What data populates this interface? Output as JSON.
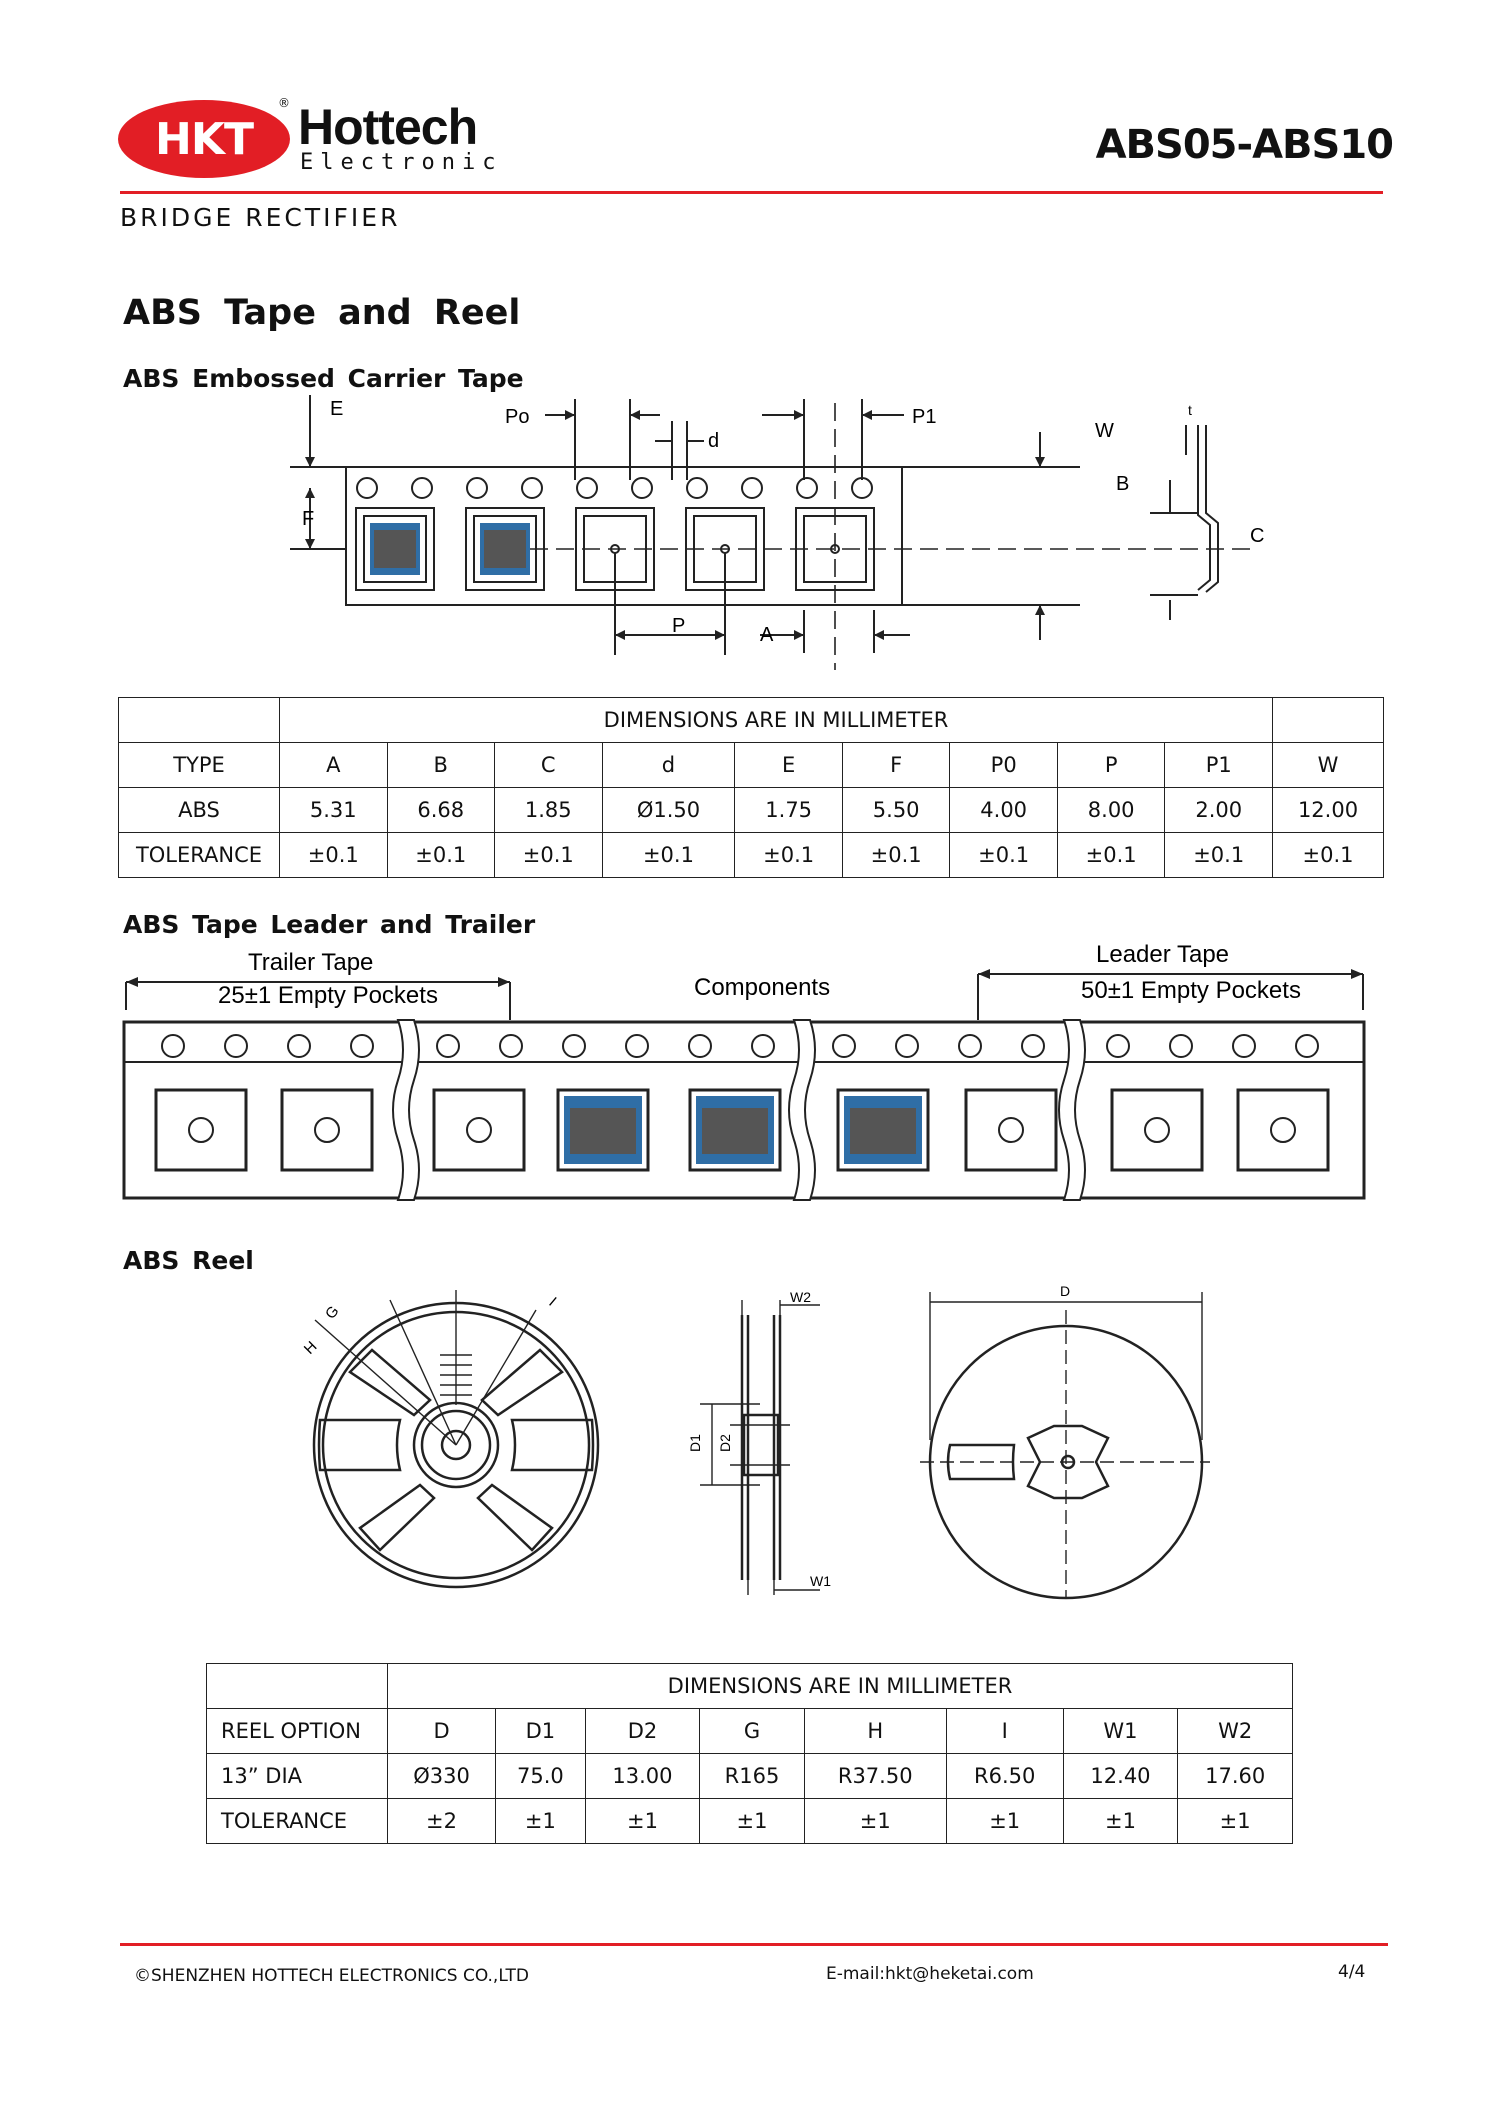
{
  "header": {
    "logo_abbr": "HKT",
    "logo_name": "Hottech",
    "logo_sub": "Electronic",
    "logo_reg": "®",
    "part_number": "ABS05-ABS10",
    "subtitle": "BRIDGE RECTIFIER"
  },
  "section_title": "ABS Tape and Reel",
  "carrier": {
    "heading": "ABS Embossed Carrier Tape",
    "labels": {
      "E": "E",
      "Po": "Po",
      "P1": "P1",
      "d": "d",
      "W": "W",
      "F": "F",
      "B": "B",
      "C": "C",
      "P": "P",
      "A": "A",
      "t": "t"
    },
    "table": {
      "banner": "DIMENSIONS ARE IN MILLIMETER",
      "headers": [
        "TYPE",
        "A",
        "B",
        "C",
        "d",
        "E",
        "F",
        "P0",
        "P",
        "P1",
        "W"
      ],
      "rows": [
        [
          "ABS",
          "5.31",
          "6.68",
          "1.85",
          "Ø1.50",
          "1.75",
          "5.50",
          "4.00",
          "8.00",
          "2.00",
          "12.00"
        ],
        [
          "TOLERANCE",
          "±0.1",
          "±0.1",
          "±0.1",
          "±0.1",
          "±0.1",
          "±0.1",
          "±0.1",
          "±0.1",
          "±0.1",
          "±0.1"
        ]
      ]
    }
  },
  "leader": {
    "heading": "ABS Tape Leader and Trailer",
    "trailer_title": "Trailer Tape",
    "trailer_sub": "25±1 Empty Pockets",
    "components": "Components",
    "leader_title": "Leader Tape",
    "leader_sub": "50±1 Empty Pockets"
  },
  "reel": {
    "heading": "ABS Reel",
    "labels": {
      "G": "G",
      "H": "H",
      "I": "I",
      "W1": "W1",
      "W2": "W2",
      "D": "D",
      "D1": "D1",
      "D2": "D2"
    },
    "table": {
      "banner": "DIMENSIONS ARE IN MILLIMETER",
      "headers": [
        "REEL OPTION",
        "D",
        "D1",
        "D2",
        "G",
        "H",
        "I",
        "W1",
        "W2"
      ],
      "rows": [
        [
          "13” DIA",
          "Ø330",
          "75.0",
          "13.00",
          "R165",
          "R37.50",
          "R6.50",
          "12.40",
          "17.60"
        ],
        [
          "TOLERANCE",
          "±2",
          "±1",
          "±1",
          "±1",
          "±1",
          "±1",
          "±1",
          "±1"
        ]
      ]
    }
  },
  "footer": {
    "copyright": "©SHENZHEN HOTTECH ELECTRONICS CO.,LTD",
    "email": "E-mail:hkt@heketai.com",
    "page": "4/4"
  }
}
